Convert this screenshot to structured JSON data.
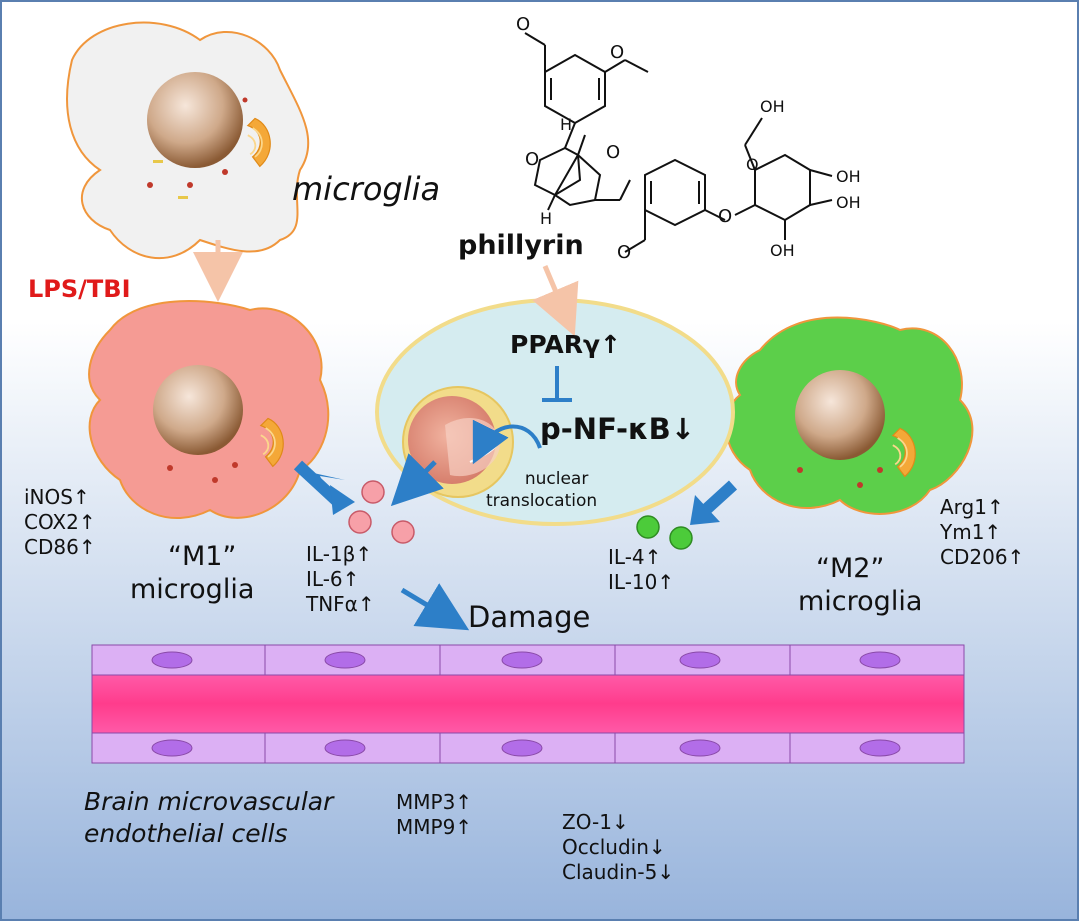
{
  "labels": {
    "microglia": "microglia",
    "lps_tbi": "LPS/TBI",
    "phillyrin": "phillyrin",
    "pparg": "PPARγ↑",
    "pnfkb": "p-NF-κB↓",
    "nuclear_translocation": [
      "nuclear",
      "translocation"
    ],
    "m1_title": [
      "“M1”",
      "microglia"
    ],
    "m2_title": [
      "“M2”",
      "microglia"
    ],
    "damage": "Damage",
    "endothelial": [
      "Brain microvascular",
      "endothelial cells"
    ]
  },
  "marker_lists": {
    "m1": [
      "iNOS↑",
      "COX2↑",
      "CD86↑"
    ],
    "m1_cytokines": [
      "IL-1β↑",
      "IL-6↑",
      "TNFα↑"
    ],
    "m2_cytokines": [
      "IL-4↑",
      "IL-10↑"
    ],
    "m2": [
      "Arg1↑",
      "Ym1↑",
      "CD206↑"
    ],
    "mmp": [
      "MMP3↑",
      "MMP9↑"
    ],
    "tight_junction": [
      "ZO-1↓",
      "Occludin↓",
      "Claudin-5↓"
    ]
  },
  "structure_atoms": {
    "h_top": "H",
    "h_bottom": "H",
    "oh_1": "OH",
    "oh_2": "OH",
    "oh_3": "OH",
    "oh_4": "OH",
    "oh_5": "OH"
  },
  "colors": {
    "lps_red": "#e01a1a",
    "arrow_blue": "#2d7fc8",
    "pale_arrow": "#f5c4a8",
    "m1_cell": "#f59b94",
    "m2_cell": "#5ccf4a",
    "resting_cell": "#f1f1f1",
    "cell_border": "#f0963c",
    "nucleus_ring": "#f2dc8a",
    "nucleus_fill": "#d98a78",
    "neuron_fill": "#d5ecf0",
    "vessel_core": "#ff4aa0",
    "endothelial": "#dcb0f4",
    "endo_nucleus": "#b26de8",
    "m1_dot": "#f7a0a8",
    "m2_dot": "#4ccb3a"
  },
  "icons": [
    "microglia-cell",
    "mitochondrion",
    "nucleus",
    "phillyrin-structure",
    "blood-vessel",
    "cytokine-dot",
    "inhibition-bar"
  ]
}
